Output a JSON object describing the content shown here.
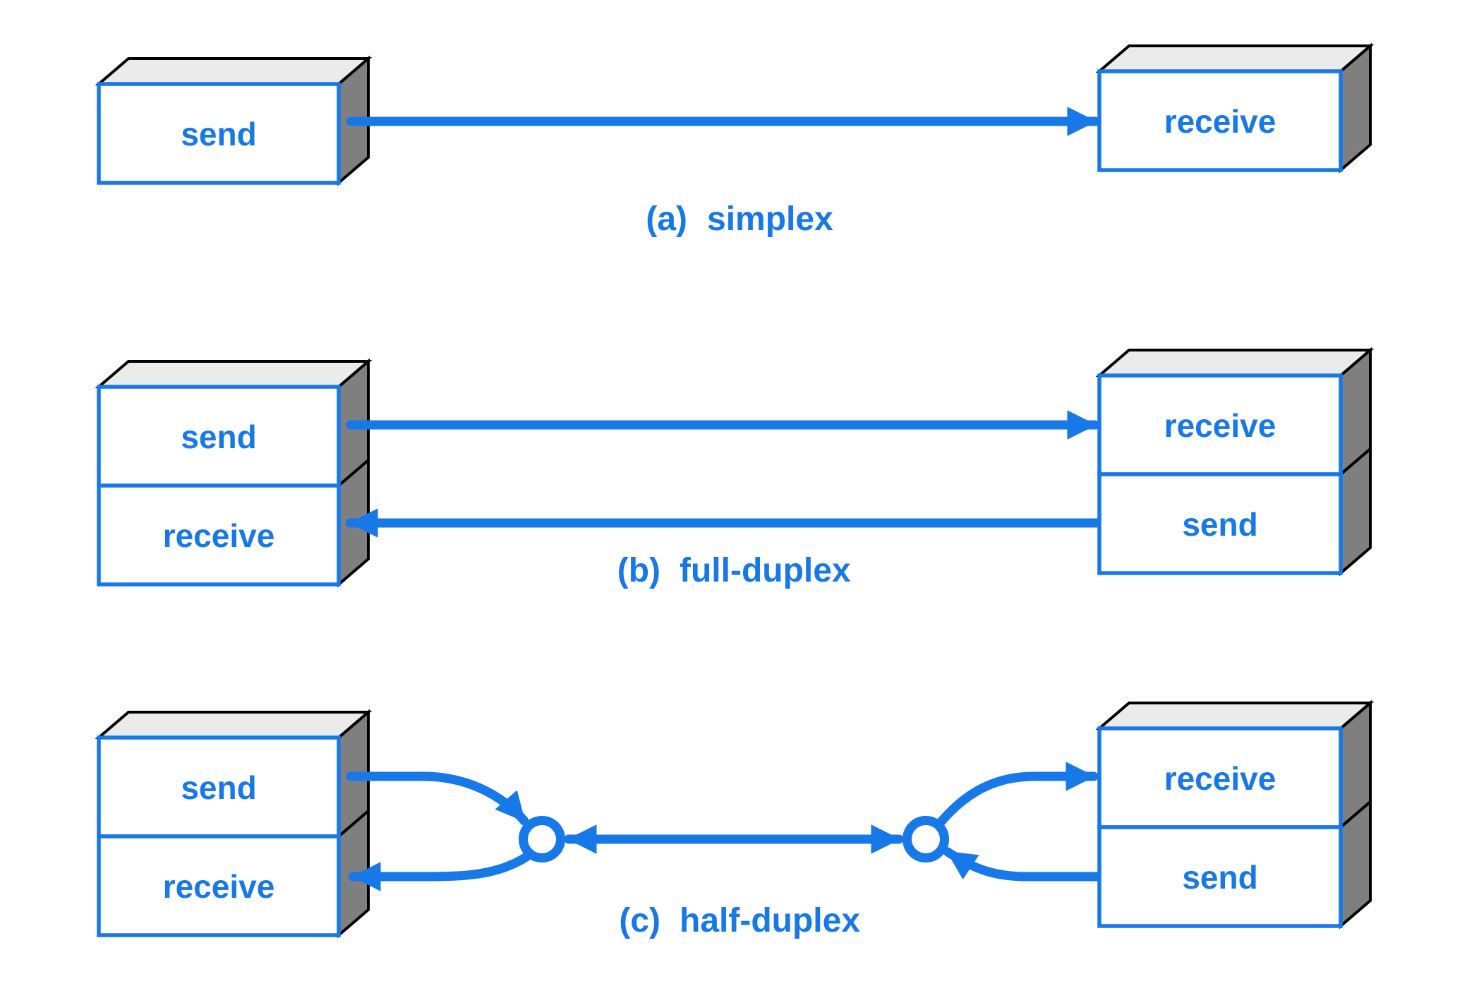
{
  "colors": {
    "accent": "#1778e8",
    "box_face": "#ffffff",
    "box_top": "#ebebeb",
    "box_side": "#7f7f7f",
    "outline": "#000000",
    "background": "#ffffff"
  },
  "sections": [
    {
      "id": "a",
      "caption_label": "(a)",
      "caption_text": "simplex",
      "left_box": {
        "labels": [
          "send"
        ]
      },
      "right_box": {
        "labels": [
          "receive"
        ]
      }
    },
    {
      "id": "b",
      "caption_label": "(b)",
      "caption_text": "full-duplex",
      "left_box": {
        "labels": [
          "send",
          "receive"
        ]
      },
      "right_box": {
        "labels": [
          "receive",
          "send"
        ]
      }
    },
    {
      "id": "c",
      "caption_label": "(c)",
      "caption_text": "half-duplex",
      "left_box": {
        "labels": [
          "send",
          "receive"
        ]
      },
      "right_box": {
        "labels": [
          "receive",
          "send"
        ]
      }
    }
  ]
}
